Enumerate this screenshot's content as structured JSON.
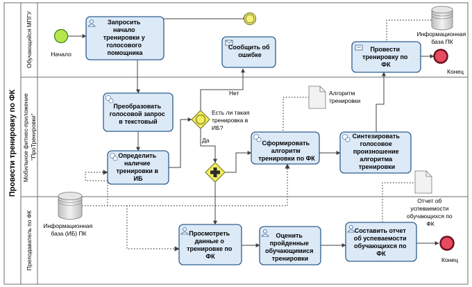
{
  "pool": {
    "title": "Провести тренировку по ФК"
  },
  "lanes": [
    {
      "id": "student",
      "label_lines": [
        "Обучающийся МПГУ"
      ]
    },
    {
      "id": "app",
      "label_lines": [
        "Мобильное фитнес-приложение",
        "\"ПроТренировки\""
      ]
    },
    {
      "id": "teacher",
      "label_lines": [
        "Преподаватель по ФК"
      ]
    }
  ],
  "tasks": [
    {
      "id": "request",
      "lines": [
        "Запросить",
        "начало",
        "тренировки у",
        "голосового",
        "помощника"
      ]
    },
    {
      "id": "error",
      "lines": [
        "Сообщить об",
        "ошибке"
      ]
    },
    {
      "id": "train",
      "lines": [
        "Провести",
        "тренировку по",
        "ФК"
      ]
    },
    {
      "id": "convert",
      "lines": [
        "Преобразовать",
        "голосовой запрос",
        "в текстовый"
      ]
    },
    {
      "id": "determine",
      "lines": [
        "Определить",
        "наличие",
        "тренировки в",
        "ИБ"
      ]
    },
    {
      "id": "form",
      "lines": [
        "Сформировать",
        "алгоритм",
        "тренировки по ФК"
      ]
    },
    {
      "id": "synth",
      "lines": [
        "Синтезировать",
        "голосовое",
        "произношение",
        "алгоритма",
        "тренировки"
      ]
    },
    {
      "id": "view",
      "lines": [
        "Просмотреть",
        "данные о",
        "тренировке по",
        "ФК"
      ]
    },
    {
      "id": "eval",
      "lines": [
        "Оценить",
        "пройденные",
        "обучающимися",
        "тренировки"
      ]
    },
    {
      "id": "report",
      "lines": [
        "Составить отчет",
        "об успеваемости",
        "обучающихся по",
        "ФК"
      ]
    }
  ],
  "events": {
    "start": "Начало",
    "end_top": "Конец",
    "end_bottom": "Конец"
  },
  "gateway": {
    "question_lines": [
      "Есть ли такая",
      "тренировка в",
      "ИБ?"
    ],
    "no": "Нет",
    "yes": "Да"
  },
  "stores": {
    "pc_top_lines": [
      "Информационная",
      "база ПК"
    ],
    "pc_bottom_lines": [
      "Информационная",
      "база (ИБ) ПК"
    ]
  },
  "documents": {
    "algorithm_lines": [
      "Алгоритм",
      "тренировки"
    ],
    "report_lines": [
      "Отчет об",
      "успеваемости",
      "обучающихся по",
      "ФК"
    ]
  },
  "colors": {
    "task_fill": "#dce9f7",
    "task_stroke": "#2e5e8c",
    "start_fill": "#b4e84a",
    "end_fill": "#e84a5f",
    "gateway_fill": "#f3ef5c",
    "intermediate_fill": "#f5f07a"
  },
  "icons": {
    "service_task": "gears-icon",
    "user_task": "user-icon",
    "send_task": "envelope-icon",
    "parallel_gateway": "plus-icon"
  }
}
